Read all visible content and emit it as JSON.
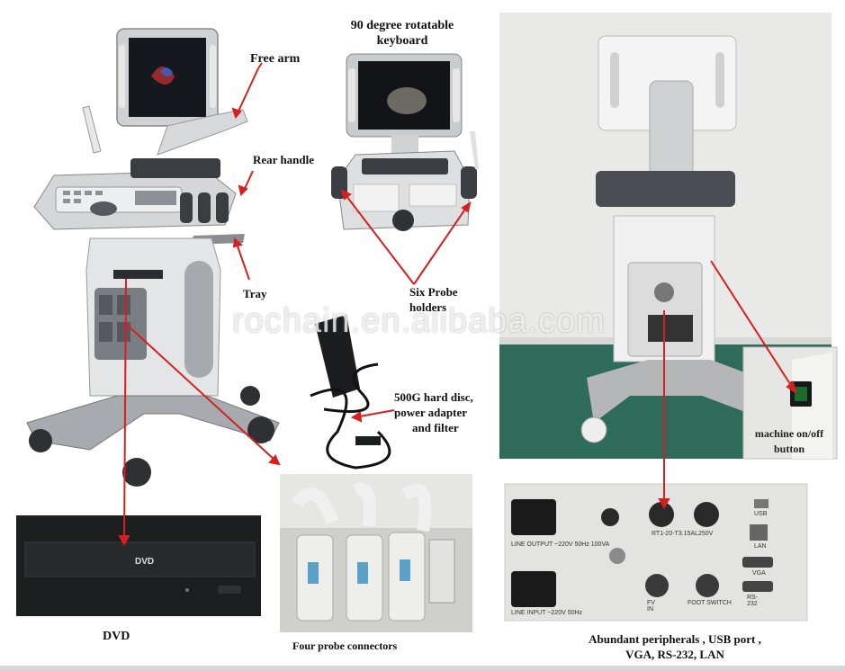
{
  "labels": {
    "free_arm": "Free arm",
    "keyboard_line1": "90 degree rotatable",
    "keyboard_line2": "keyboard",
    "rear_handle": "Rear handle",
    "tray": "Tray",
    "six_probe_line1": "Six Probe",
    "six_probe_line2": "holders",
    "disc_line1": "500G hard disc,",
    "disc_line2": "power adapter",
    "disc_line3": "and filter",
    "onoff_line1": "machine on/off",
    "onoff_line2": "button",
    "dvd": "DVD",
    "four_probe": "Four probe connectors",
    "peripherals_line1": "Abundant peripherals , USB port ,",
    "peripherals_line2": "VGA, RS-232, LAN"
  },
  "watermark": "rochain.en.alibaba.com",
  "dvd_logo": "DVD",
  "panel_text": {
    "line_output": "LINE OUTPUT ~220V 50Hz 100VA",
    "line_input": "LINE INPUT ~220V 50Hz",
    "fuse": "RT1-20-T3.15AL250V",
    "usb": "USB",
    "lan": "LAN",
    "vga": "VGA",
    "rs232": "RS-232",
    "fv_in": "FV IN",
    "foot_switch": "FOOT SWITCH"
  },
  "colors": {
    "arrow": "#d61f1f",
    "machine_body": "#d9d9d9",
    "machine_dark": "#3c3f44",
    "room_wall": "#e6e8e6",
    "room_floor": "#2f6b5a"
  }
}
